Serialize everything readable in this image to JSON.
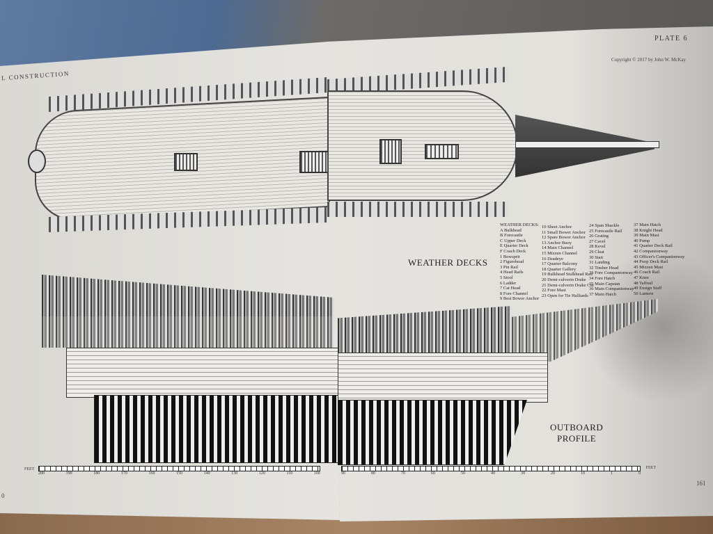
{
  "book": {
    "left_running_head": "L CONSTRUCTION",
    "plate_label": "PLATE 6",
    "copyright": "Copyright © 2017 by John W. McKay",
    "left_page_number": "0",
    "right_page_number": "161"
  },
  "drawings": {
    "top_title": "WEATHER DECKS",
    "bottom_title_line1": "OUTBOARD",
    "bottom_title_line2": "PROFILE"
  },
  "legend": {
    "heading": "WEATHER DECKS:",
    "col1": [
      "A Bulkhead",
      "B Forecastle",
      "C Upper Deck",
      "E Quarter Deck",
      "F Coach Deck",
      "1 Bowsprit",
      "2 Figurehead",
      "3 Pin Rail",
      "4 Head Rails",
      "5 Stool",
      "6 Ladder",
      "7 Cat Head",
      "8 Fore Channel",
      "9 Best Bower Anchor"
    ],
    "col2": [
      "10 Sheet Anchor",
      "11 Small Bower Anchor",
      "12 Spare Bower Anchor",
      "13 Anchor Buoy",
      "14 Main Channel",
      "15 Mizzen Channel",
      "16 Deadeye",
      "17 Quarter Balcony",
      "18 Quarter Gallery",
      "19 Bulkhead Stulkhead Rail",
      "20 Demi-culverin Drake",
      "21 Demi-culverin Drake Cut",
      "22 Fore Mast",
      "23 Open for Tie Halliards"
    ],
    "col3": [
      "24 Span Shackle",
      "25 Forecastle Rail",
      "26 Grating",
      "27 Cavel",
      "28 Kevel",
      "29 Cleat",
      "30 Stair",
      "31 Landing",
      "32 Timber Head",
      "33 Fore Companionway",
      "34 Fore Hatch",
      "35 Main Capstan",
      "36 Main Companionway",
      "37 Main Hatch"
    ],
    "col4": [
      "37 Main Hatch",
      "38 Knight Head",
      "39 Main Mast",
      "40 Pump",
      "41 Quarter Deck Rail",
      "42 Companionway",
      "43 Officer's Companionway",
      "44 Poop Deck Rail",
      "45 Mizzen Mast",
      "46 Coach Rail",
      "47 Knee",
      "48 Taffrail",
      "49 Ensign Staff",
      "50 Lantern"
    ]
  },
  "scale": {
    "unit": "FEET",
    "left_ticks": [
      "200",
      "190",
      "180",
      "170",
      "160",
      "150",
      "140",
      "130",
      "120",
      "110",
      "100"
    ],
    "right_ticks": [
      "90",
      "80",
      "70",
      "60",
      "50",
      "40",
      "30",
      "20",
      "10",
      "1",
      "0"
    ]
  }
}
